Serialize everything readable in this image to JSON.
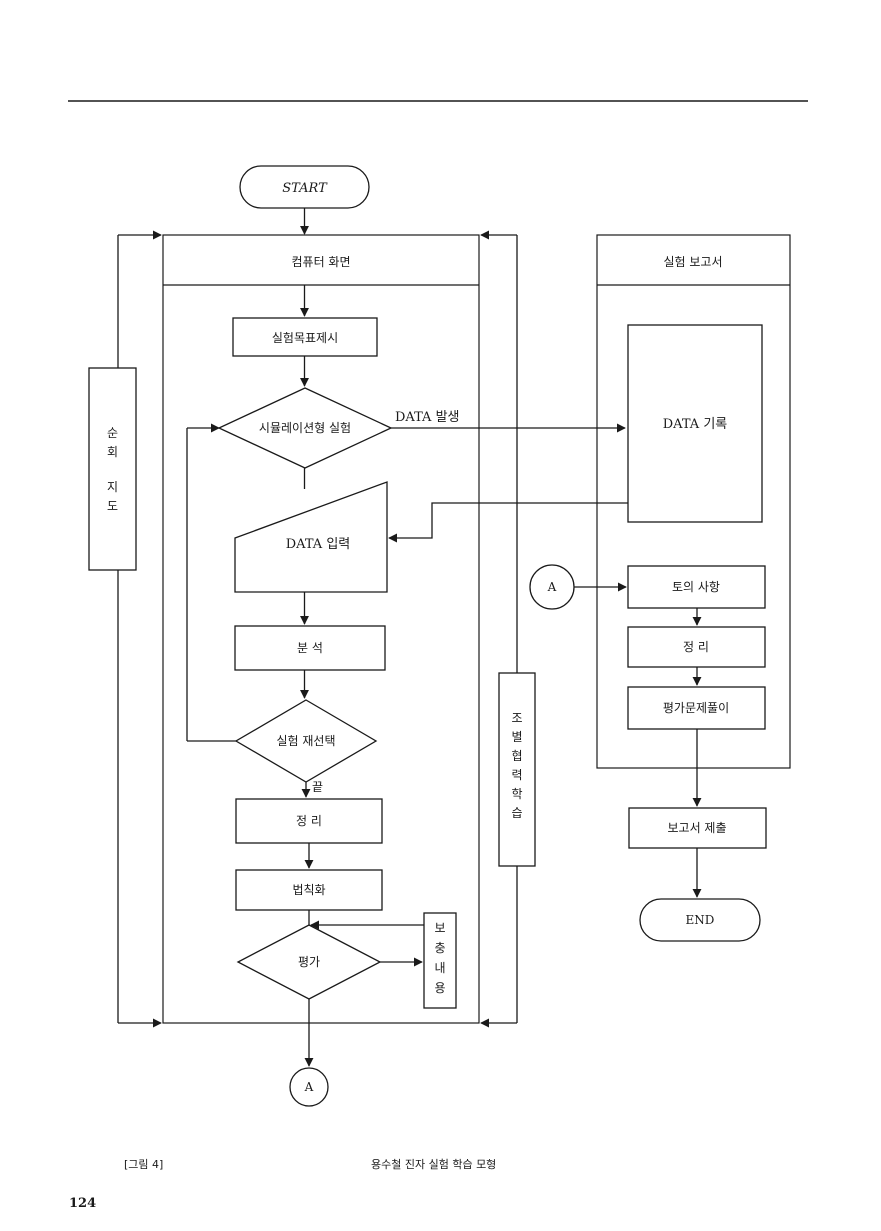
{
  "diagram": {
    "start": "START",
    "computer_screen": "컴퓨터 화면",
    "goal": "실험목표제시",
    "simulation": "시뮬레이션형 실험",
    "data_occur": "DATA 발생",
    "data_input": "DATA 입력",
    "analysis": "분 석",
    "reselect": "실험 재선택",
    "end_word": "끝",
    "summary_left": "정 리",
    "rule": "법칙화",
    "evaluate": "평가",
    "supplement": [
      "보",
      "충",
      "내",
      "용"
    ],
    "tour_guide": [
      "순",
      "회",
      "지",
      "도"
    ],
    "group_learning": [
      "조",
      "별",
      "협",
      "력",
      "학",
      "습"
    ],
    "connector_a": "A",
    "report": "실험 보고서",
    "data_record": "DATA 기록",
    "discussion": "토의 사항",
    "summary_right": "정 리",
    "eval_problem": "평가문제풀이",
    "submit": "보고서 제출",
    "end": "END"
  },
  "caption": {
    "figure_no": "[그림 4]",
    "title": "용수철 진자 실험 학습 모형"
  },
  "page_number": "124"
}
